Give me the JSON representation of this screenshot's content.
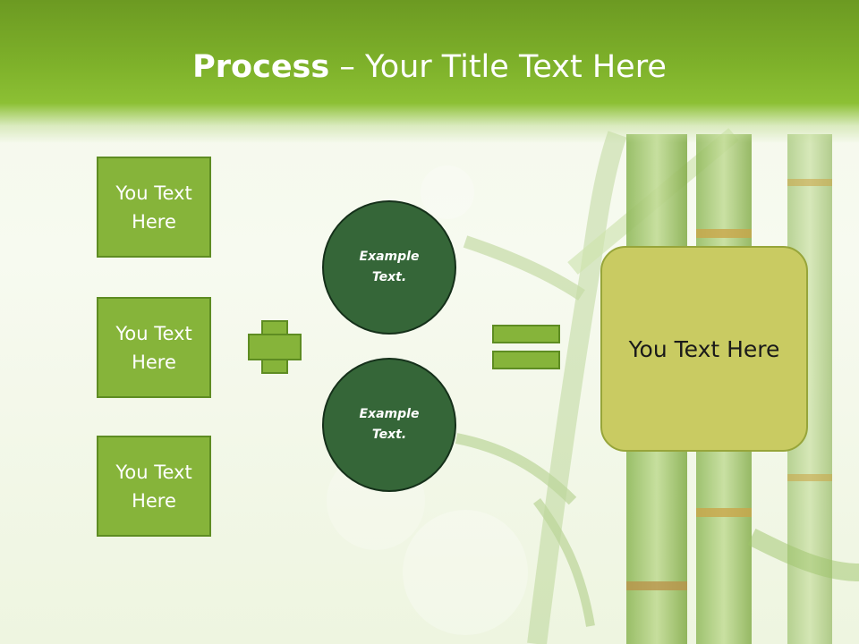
{
  "title": {
    "bold": "Process",
    "rest": " – Your Title Text Here"
  },
  "left_boxes": [
    {
      "label": "You Text Here"
    },
    {
      "label": "You Text Here"
    },
    {
      "label": "You Text Here"
    }
  ],
  "circles": [
    {
      "label": "Example Text."
    },
    {
      "label": "Example Text."
    }
  ],
  "result": {
    "label": "You Text Here"
  },
  "colors": {
    "header": "#7eb12a",
    "box_fill": "#86b43a",
    "circle_fill": "#356638",
    "result_fill": "#c9cb62"
  }
}
